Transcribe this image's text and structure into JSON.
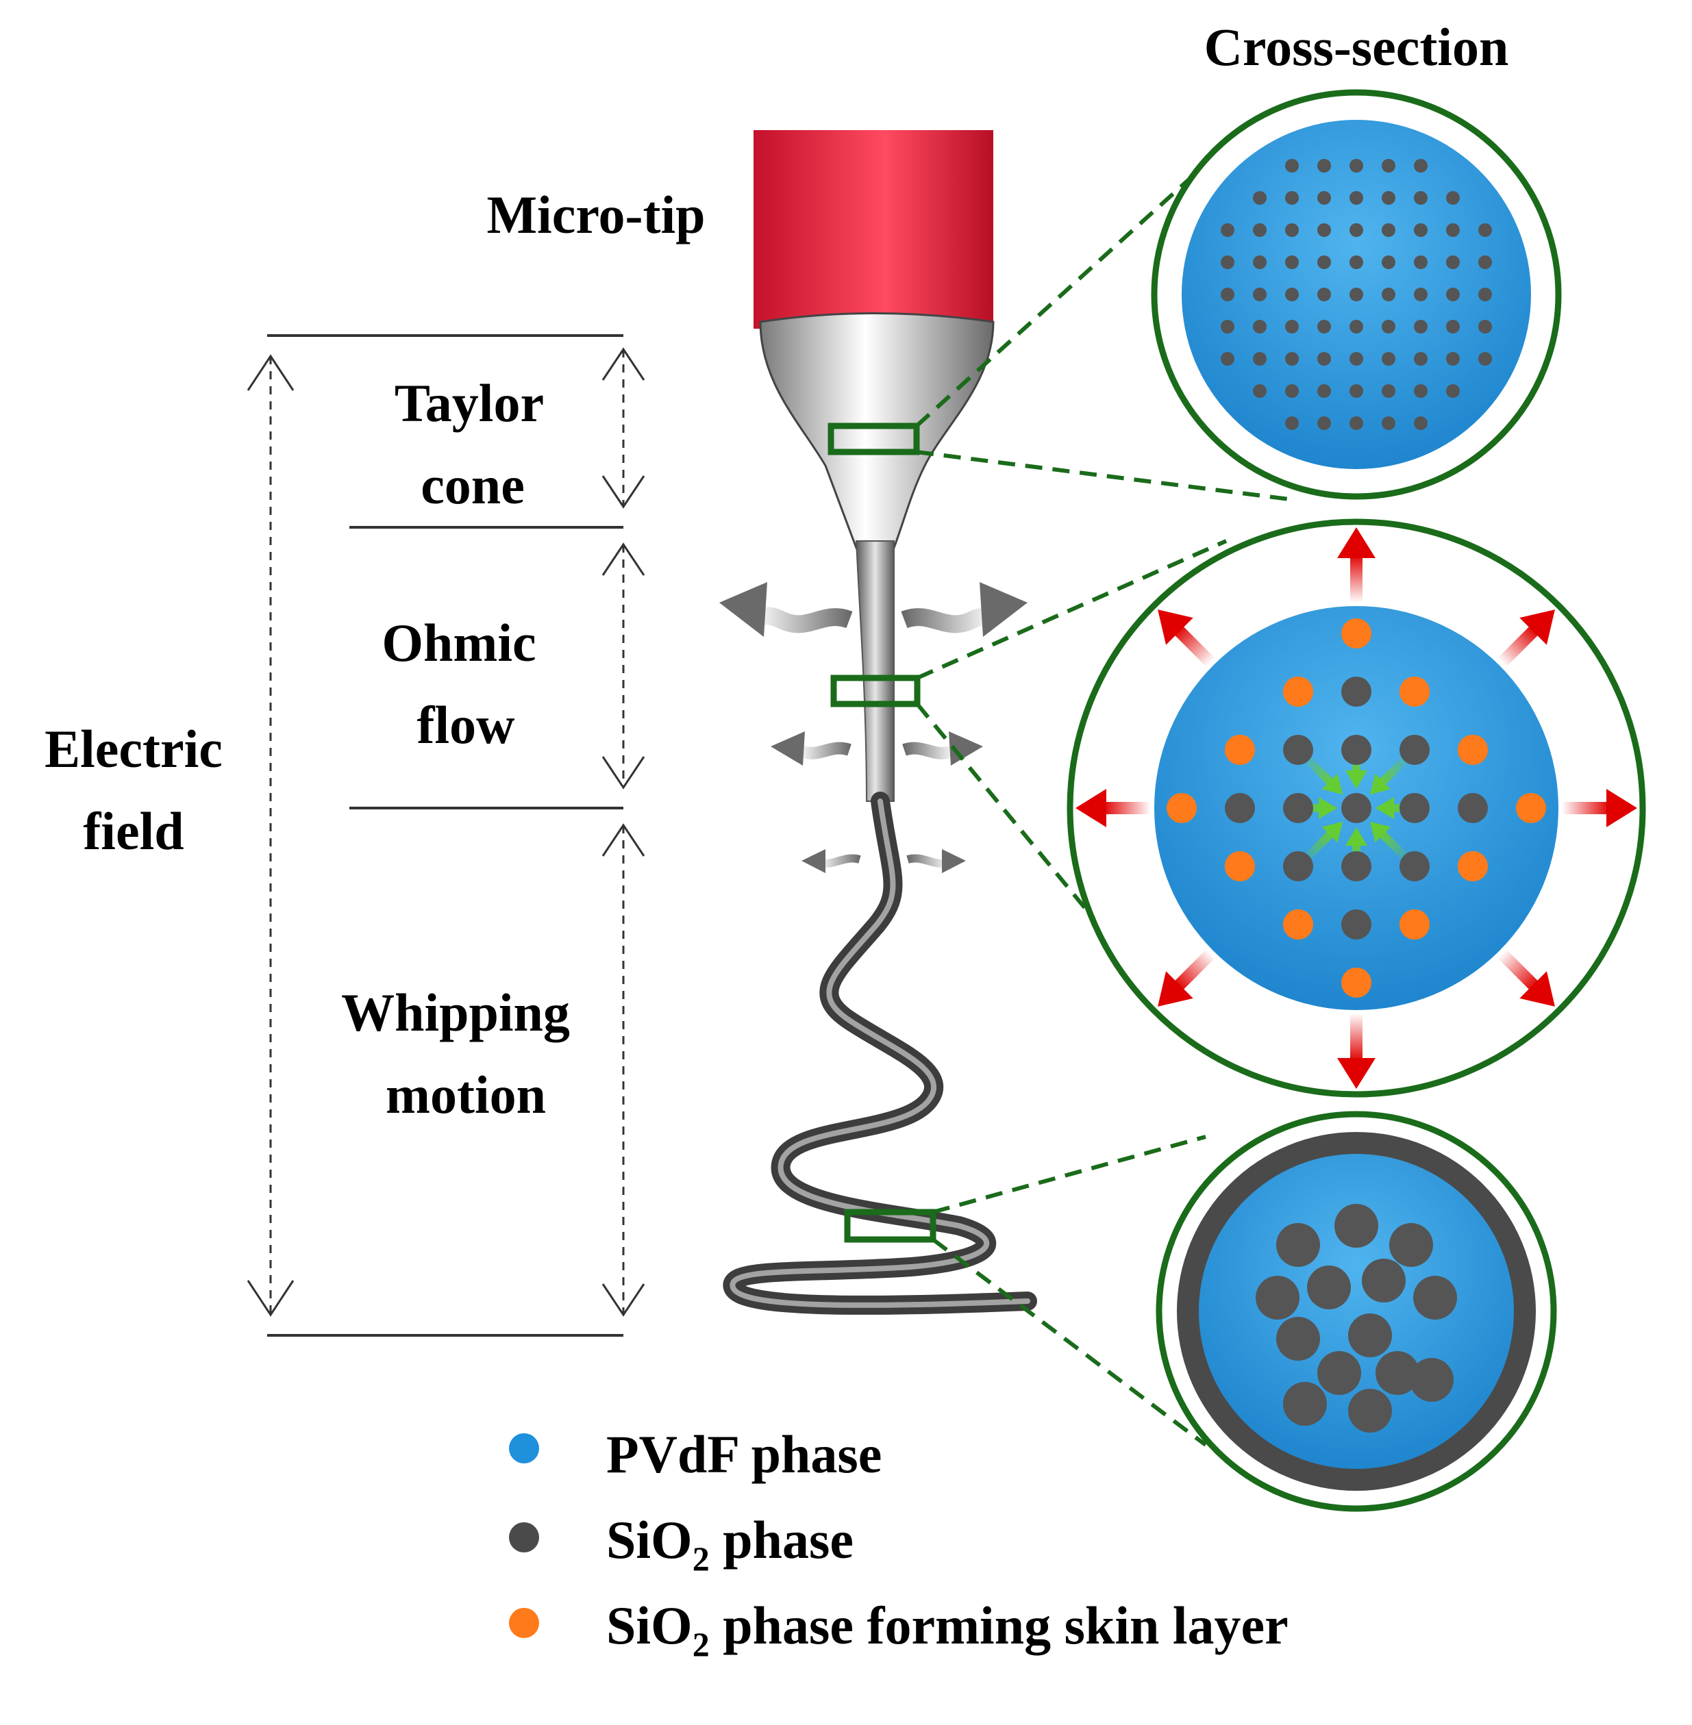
{
  "labels": {
    "micro_tip": "Micro-tip",
    "cross_section": "Cross-section",
    "taylor_line1": "Taylor",
    "taylor_line2": "cone",
    "ohmic_line1": "Ohmic",
    "ohmic_line2": "flow",
    "electric_line1": "Electric",
    "electric_line2": "field",
    "whipping_line1": "Whipping",
    "whipping_line2": "motion"
  },
  "legend": [
    {
      "name": "PVdF phase",
      "color": "#1e90dc"
    },
    {
      "name": "SiO",
      "sub": "2",
      "tail": " phase",
      "color": "#4a4a4a"
    },
    {
      "name": "SiO",
      "sub": "2",
      "tail": " phase forming skin layer",
      "color": "#ff7a1a"
    }
  ],
  "colors": {
    "tip_red": "#e8193a",
    "pvdf_blue": "#1e90dc",
    "sio2_gray": "#555555",
    "skin_orange": "#ff7a1a",
    "frame_green": "#1a6b1a",
    "push_red": "#e00000",
    "pull_green": "#66cc33"
  }
}
